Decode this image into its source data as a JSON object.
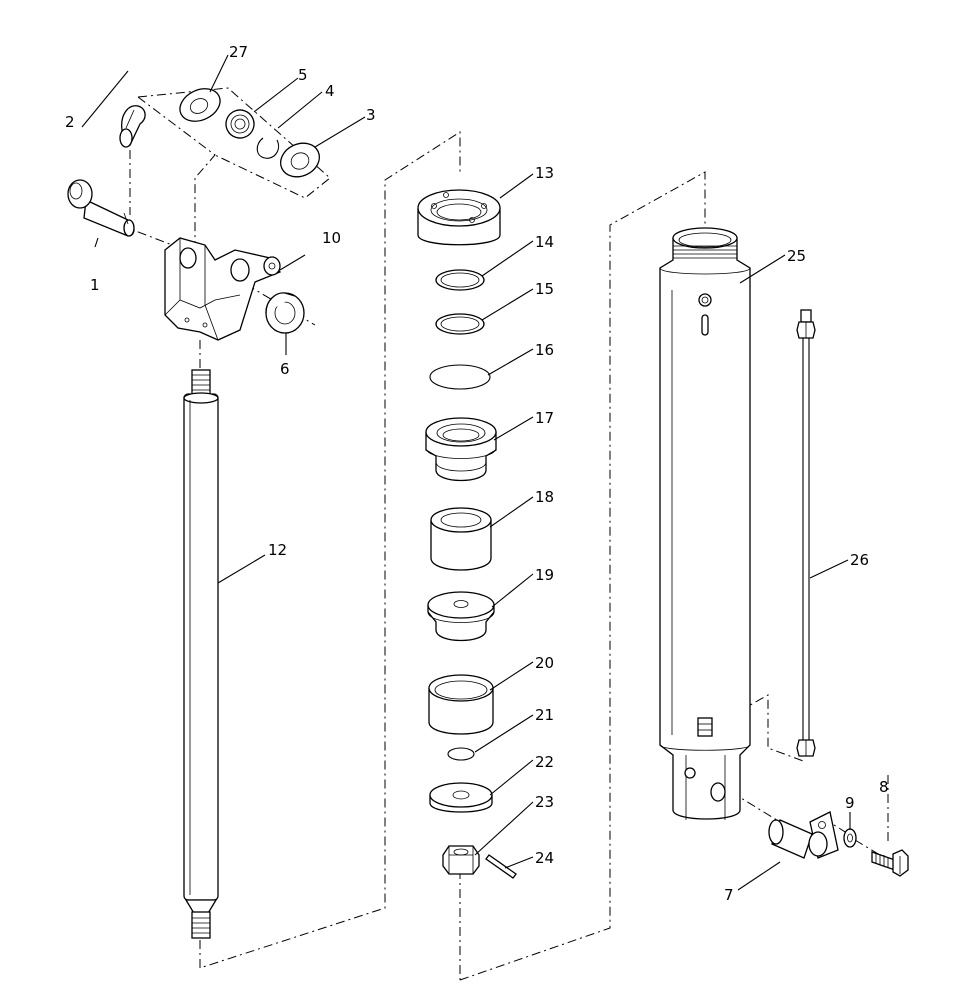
{
  "callouts": [
    {
      "id": "p1",
      "text": "1"
    },
    {
      "id": "p2",
      "text": "2"
    },
    {
      "id": "p3",
      "text": "3"
    },
    {
      "id": "p4",
      "text": "4"
    },
    {
      "id": "p5",
      "text": "5"
    },
    {
      "id": "p6",
      "text": "6"
    },
    {
      "id": "p7",
      "text": "7"
    },
    {
      "id": "p8",
      "text": "8"
    },
    {
      "id": "p9",
      "text": "9"
    },
    {
      "id": "p10",
      "text": "10"
    },
    {
      "id": "p12",
      "text": "12"
    },
    {
      "id": "p13",
      "text": "13"
    },
    {
      "id": "p14",
      "text": "14"
    },
    {
      "id": "p15",
      "text": "15"
    },
    {
      "id": "p16",
      "text": "16"
    },
    {
      "id": "p17",
      "text": "17"
    },
    {
      "id": "p18",
      "text": "18"
    },
    {
      "id": "p19",
      "text": "19"
    },
    {
      "id": "p20",
      "text": "20"
    },
    {
      "id": "p21",
      "text": "21"
    },
    {
      "id": "p22",
      "text": "22"
    },
    {
      "id": "p23",
      "text": "23"
    },
    {
      "id": "p24",
      "text": "24"
    },
    {
      "id": "p25",
      "text": "25"
    },
    {
      "id": "p26",
      "text": "26"
    },
    {
      "id": "p27",
      "text": "27"
    }
  ]
}
